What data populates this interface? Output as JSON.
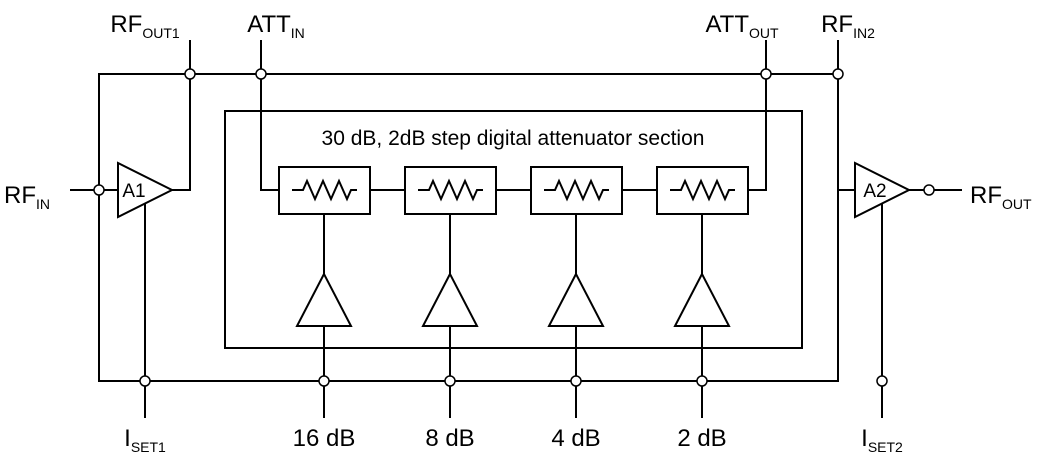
{
  "pins": {
    "rf_out1": {
      "main": "RF",
      "sub": "OUT1"
    },
    "att_in": {
      "main": "ATT",
      "sub": "IN"
    },
    "att_out": {
      "main": "ATT",
      "sub": "OUT"
    },
    "rf_in2": {
      "main": "RF",
      "sub": "IN2"
    },
    "rf_in": {
      "main": "RF",
      "sub": "IN"
    },
    "rf_out": {
      "main": "RF",
      "sub": "OUT"
    },
    "i_set1": {
      "main": "I",
      "sub": "SET1"
    },
    "i_set2": {
      "main": "I",
      "sub": "SET2"
    }
  },
  "attenuator": {
    "title": "30 dB, 2dB step digital attenuator section",
    "bits": [
      "16 dB",
      "8 dB",
      "4 dB",
      "2 dB"
    ]
  },
  "amplifiers": {
    "a1": "A1",
    "a2": "A2"
  }
}
